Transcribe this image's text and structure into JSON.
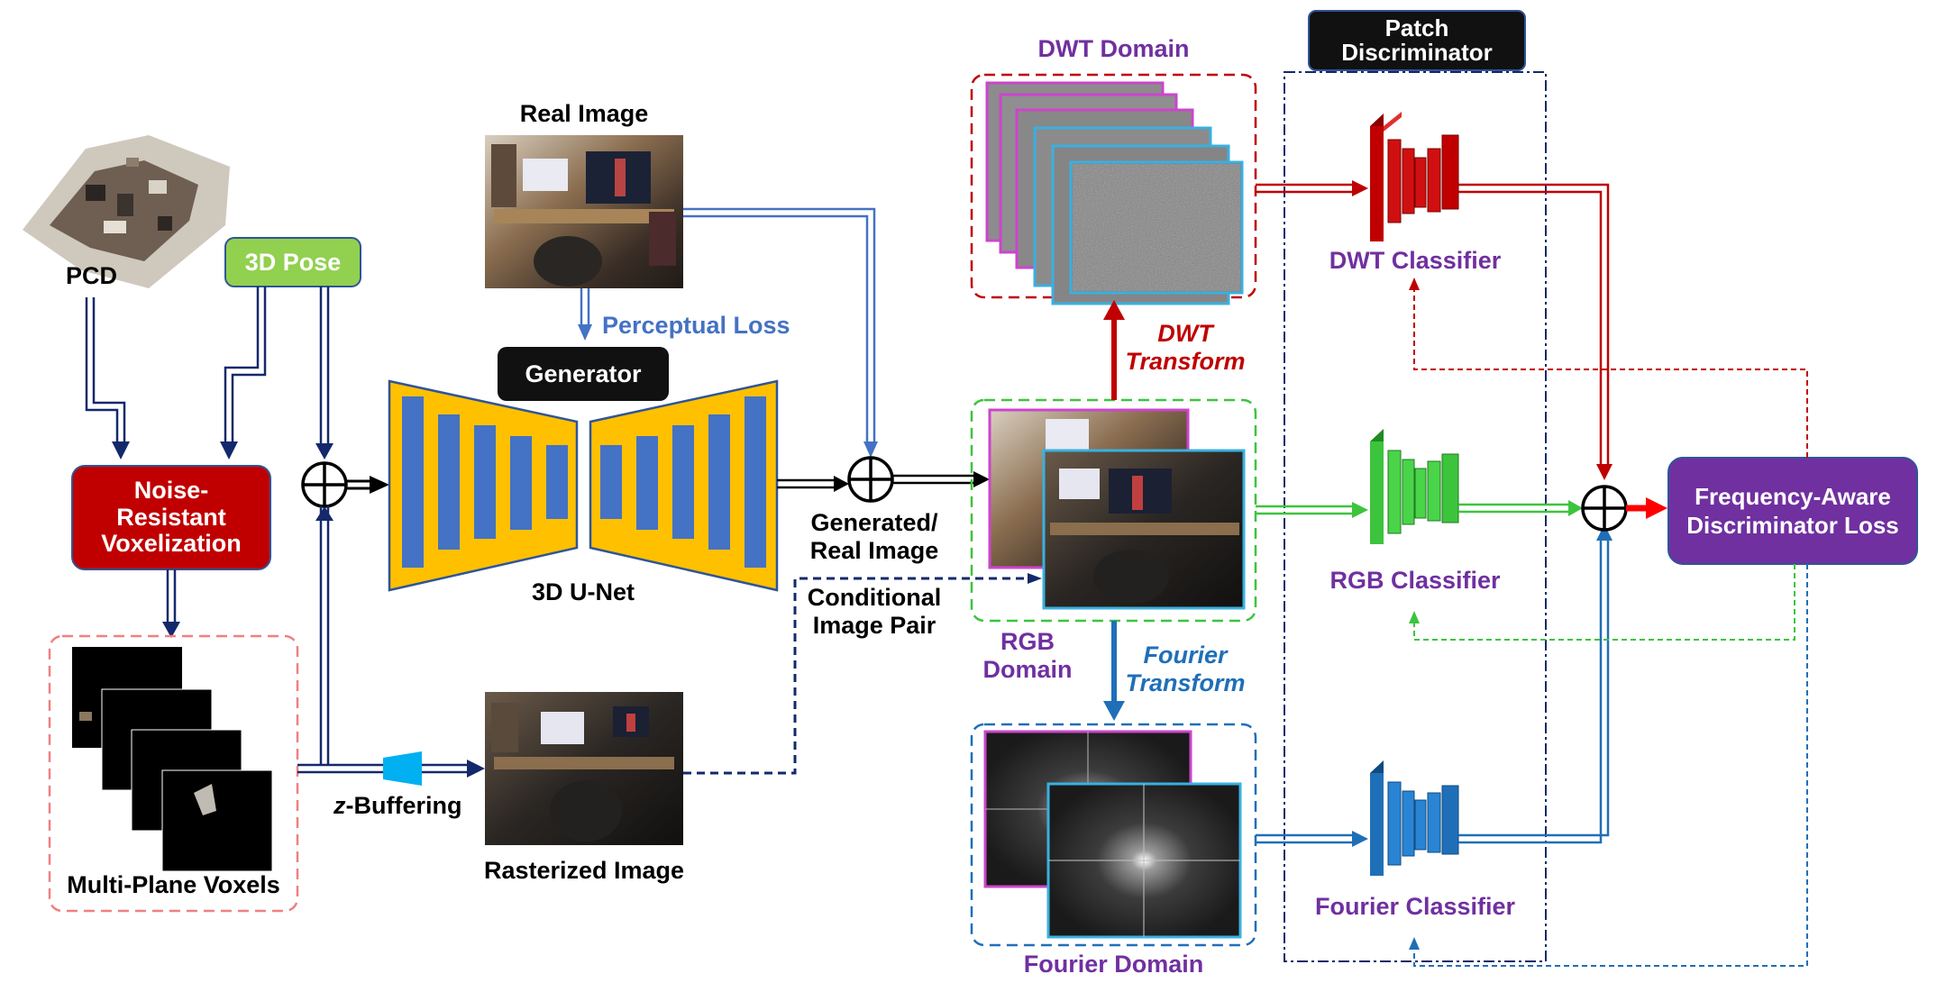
{
  "colors": {
    "navy": "#13296b",
    "perceptual_blue": "#4472c4",
    "dwt_red": "#c00000",
    "rgb_green": "#3dc43d",
    "fourier_blue": "#1f6fb8",
    "generator_yellow": "#ffc000",
    "generator_block": "#4472c4",
    "voxel_red": "#c00000",
    "pose_green": "#92d050",
    "loss_purple": "#7030a0",
    "zbuffer_cyan": "#00b0f0"
  },
  "inputs": {
    "pcd_label": "PCD",
    "pose_label": "3D Pose"
  },
  "voxelization": {
    "label_line1": "Noise-",
    "label_line2": "Resistant",
    "label_line3": "Voxelization"
  },
  "voxels": {
    "label": "Multi-Plane Voxels"
  },
  "zbuffer": {
    "label_italic": "z",
    "label_rest": "-Buffering"
  },
  "rasterized": {
    "label": "Rasterized Image"
  },
  "real_image": {
    "label": "Real Image"
  },
  "perceptual": {
    "label": "Perceptual Loss"
  },
  "generator": {
    "badge": "Generator",
    "label": "3D U-Net"
  },
  "merge": {
    "generated_line1": "Generated/",
    "generated_line2": "Real Image",
    "conditional_line1": "Conditional",
    "conditional_line2": "Image Pair"
  },
  "domains": {
    "dwt": "DWT Domain",
    "rgb_line1": "RGB",
    "rgb_line2": "Domain",
    "fourier": "Fourier Domain"
  },
  "transforms": {
    "dwt_line1": "DWT",
    "dwt_line2": "Transform",
    "fourier_line1": "Fourier",
    "fourier_line2": "Transform"
  },
  "discriminator": {
    "badge_line1": "Patch",
    "badge_line2": "Discriminator",
    "dwt_classifier": "DWT Classifier",
    "rgb_classifier": "RGB Classifier",
    "fourier_classifier": "Fourier Classifier"
  },
  "loss": {
    "line1": "Frequency-Aware",
    "line2": "Discriminator Loss"
  }
}
